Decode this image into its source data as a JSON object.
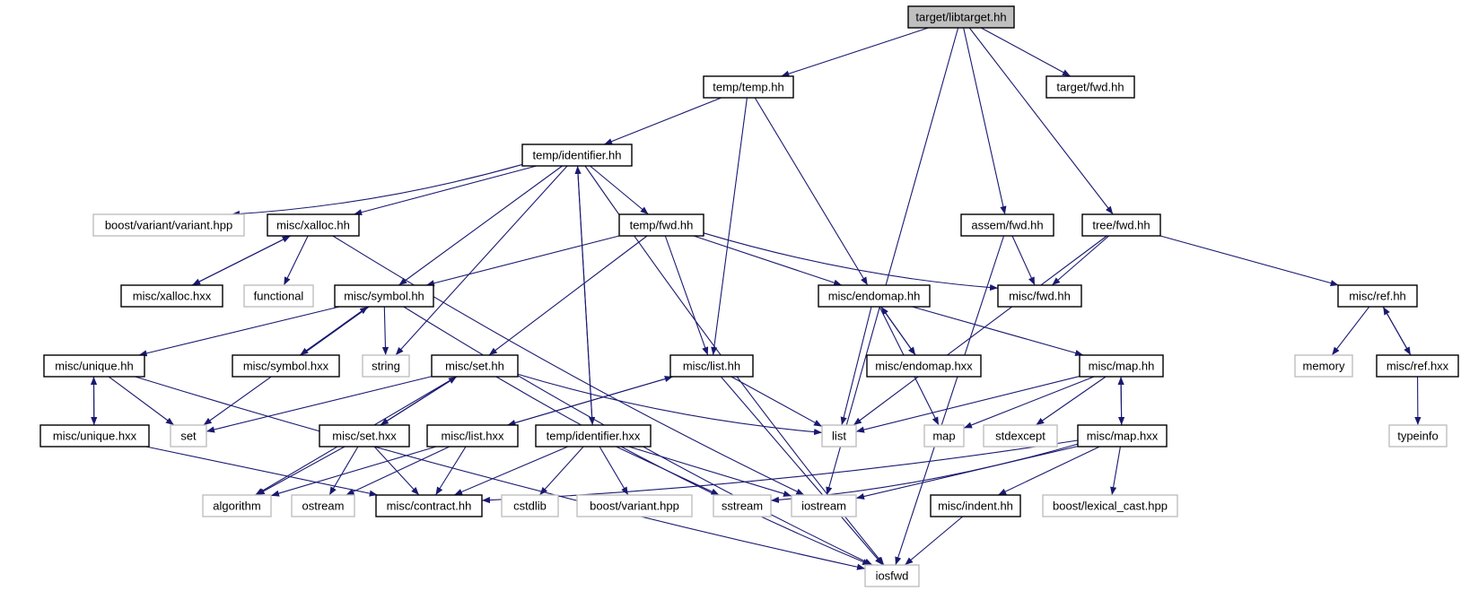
{
  "diagram": {
    "nodes": {
      "root": {
        "label": "target/libtarget.hh",
        "kind": "root"
      },
      "temp_temp": {
        "label": "temp/temp.hh",
        "kind": "project"
      },
      "target_fwd": {
        "label": "target/fwd.hh",
        "kind": "project"
      },
      "temp_identifier_hh": {
        "label": "temp/identifier.hh",
        "kind": "project"
      },
      "boost_variant_variant": {
        "label": "boost/variant/variant.hpp",
        "kind": "system"
      },
      "misc_xalloc_hh": {
        "label": "misc/xalloc.hh",
        "kind": "project"
      },
      "temp_fwd": {
        "label": "temp/fwd.hh",
        "kind": "project"
      },
      "assem_fwd": {
        "label": "assem/fwd.hh",
        "kind": "project"
      },
      "tree_fwd": {
        "label": "tree/fwd.hh",
        "kind": "project"
      },
      "misc_xalloc_hxx": {
        "label": "misc/xalloc.hxx",
        "kind": "project"
      },
      "functional": {
        "label": "functional",
        "kind": "system"
      },
      "misc_symbol_hh": {
        "label": "misc/symbol.hh",
        "kind": "project"
      },
      "misc_endomap_hh": {
        "label": "misc/endomap.hh",
        "kind": "project"
      },
      "misc_fwd": {
        "label": "misc/fwd.hh",
        "kind": "project"
      },
      "misc_ref_hh": {
        "label": "misc/ref.hh",
        "kind": "project"
      },
      "misc_unique_hh": {
        "label": "misc/unique.hh",
        "kind": "project"
      },
      "misc_symbol_hxx": {
        "label": "misc/symbol.hxx",
        "kind": "project"
      },
      "string": {
        "label": "string",
        "kind": "system"
      },
      "misc_set_hh": {
        "label": "misc/set.hh",
        "kind": "project"
      },
      "misc_list_hh": {
        "label": "misc/list.hh",
        "kind": "project"
      },
      "misc_endomap_hxx": {
        "label": "misc/endomap.hxx",
        "kind": "project"
      },
      "misc_map_hh": {
        "label": "misc/map.hh",
        "kind": "project"
      },
      "memory": {
        "label": "memory",
        "kind": "system"
      },
      "misc_ref_hxx": {
        "label": "misc/ref.hxx",
        "kind": "project"
      },
      "typeinfo": {
        "label": "typeinfo",
        "kind": "system"
      },
      "misc_unique_hxx": {
        "label": "misc/unique.hxx",
        "kind": "project"
      },
      "set": {
        "label": "set",
        "kind": "system"
      },
      "misc_set_hxx": {
        "label": "misc/set.hxx",
        "kind": "project"
      },
      "misc_list_hxx": {
        "label": "misc/list.hxx",
        "kind": "project"
      },
      "temp_identifier_hxx": {
        "label": "temp/identifier.hxx",
        "kind": "project"
      },
      "list": {
        "label": "list",
        "kind": "system"
      },
      "map": {
        "label": "map",
        "kind": "system"
      },
      "stdexcept": {
        "label": "stdexcept",
        "kind": "system"
      },
      "misc_map_hxx": {
        "label": "misc/map.hxx",
        "kind": "project"
      },
      "algorithm": {
        "label": "algorithm",
        "kind": "system"
      },
      "ostream": {
        "label": "ostream",
        "kind": "system"
      },
      "misc_contract": {
        "label": "misc/contract.hh",
        "kind": "project"
      },
      "cstdlib": {
        "label": "cstdlib",
        "kind": "system"
      },
      "boost_variant": {
        "label": "boost/variant.hpp",
        "kind": "system"
      },
      "sstream": {
        "label": "sstream",
        "kind": "system"
      },
      "iostream": {
        "label": "iostream",
        "kind": "system"
      },
      "misc_indent": {
        "label": "misc/indent.hh",
        "kind": "project"
      },
      "boost_lexical_cast": {
        "label": "boost/lexical_cast.hpp",
        "kind": "system"
      },
      "iosfwd": {
        "label": "iosfwd",
        "kind": "system"
      }
    },
    "edges": [
      [
        "root",
        "temp_temp"
      ],
      [
        "root",
        "target_fwd"
      ],
      [
        "root",
        "assem_fwd"
      ],
      [
        "root",
        "tree_fwd"
      ],
      [
        "root",
        "iostream"
      ],
      [
        "temp_temp",
        "temp_identifier_hh"
      ],
      [
        "temp_temp",
        "misc_list_hh"
      ],
      [
        "temp_temp",
        "misc_endomap_hh"
      ],
      [
        "temp_identifier_hh",
        "boost_variant_variant"
      ],
      [
        "temp_identifier_hh",
        "misc_xalloc_hh"
      ],
      [
        "temp_identifier_hh",
        "temp_fwd"
      ],
      [
        "temp_identifier_hh",
        "misc_symbol_hh"
      ],
      [
        "temp_identifier_hh",
        "string"
      ],
      [
        "temp_identifier_hh",
        "temp_identifier_hxx"
      ],
      [
        "temp_identifier_hh",
        "iosfwd"
      ],
      [
        "misc_xalloc_hh",
        "misc_xalloc_hxx"
      ],
      [
        "misc_xalloc_hh",
        "functional"
      ],
      [
        "misc_xalloc_hh",
        "iostream"
      ],
      [
        "misc_xalloc_hxx",
        "misc_xalloc_hh"
      ],
      [
        "temp_fwd",
        "misc_symbol_hh"
      ],
      [
        "temp_fwd",
        "misc_set_hh"
      ],
      [
        "temp_fwd",
        "misc_list_hh"
      ],
      [
        "temp_fwd",
        "misc_endomap_hh"
      ],
      [
        "temp_fwd",
        "misc_fwd"
      ],
      [
        "assem_fwd",
        "misc_fwd"
      ],
      [
        "assem_fwd",
        "iosfwd"
      ],
      [
        "tree_fwd",
        "misc_fwd"
      ],
      [
        "tree_fwd",
        "misc_ref_hh"
      ],
      [
        "tree_fwd",
        "list"
      ],
      [
        "misc_symbol_hh",
        "misc_unique_hh"
      ],
      [
        "misc_symbol_hh",
        "misc_symbol_hxx"
      ],
      [
        "misc_symbol_hh",
        "string"
      ],
      [
        "misc_symbol_hh",
        "set"
      ],
      [
        "misc_symbol_hh",
        "iosfwd"
      ],
      [
        "misc_symbol_hxx",
        "misc_symbol_hh"
      ],
      [
        "misc_endomap_hh",
        "misc_endomap_hxx"
      ],
      [
        "misc_endomap_hh",
        "misc_map_hh"
      ],
      [
        "misc_endomap_hh",
        "list"
      ],
      [
        "misc_endomap_hh",
        "map"
      ],
      [
        "misc_endomap_hxx",
        "misc_endomap_hh"
      ],
      [
        "misc_ref_hh",
        "memory"
      ],
      [
        "misc_ref_hh",
        "misc_ref_hxx"
      ],
      [
        "misc_ref_hxx",
        "misc_ref_hh"
      ],
      [
        "misc_ref_hxx",
        "typeinfo"
      ],
      [
        "misc_unique_hh",
        "misc_unique_hxx"
      ],
      [
        "misc_unique_hh",
        "set"
      ],
      [
        "misc_unique_hh",
        "iosfwd"
      ],
      [
        "misc_unique_hxx",
        "misc_unique_hh"
      ],
      [
        "misc_unique_hxx",
        "misc_contract"
      ],
      [
        "misc_set_hh",
        "set"
      ],
      [
        "misc_set_hh",
        "misc_set_hxx"
      ],
      [
        "misc_set_hh",
        "algorithm"
      ],
      [
        "misc_set_hh",
        "list"
      ],
      [
        "misc_set_hh",
        "iosfwd"
      ],
      [
        "misc_set_hxx",
        "misc_set_hh"
      ],
      [
        "misc_set_hxx",
        "algorithm"
      ],
      [
        "misc_set_hxx",
        "ostream"
      ],
      [
        "misc_set_hxx",
        "misc_contract"
      ],
      [
        "misc_list_hh",
        "misc_list_hxx"
      ],
      [
        "misc_list_hh",
        "list"
      ],
      [
        "misc_list_hh",
        "iosfwd"
      ],
      [
        "misc_list_hxx",
        "misc_list_hh"
      ],
      [
        "misc_list_hxx",
        "algorithm"
      ],
      [
        "misc_list_hxx",
        "ostream"
      ],
      [
        "misc_list_hxx",
        "misc_contract"
      ],
      [
        "temp_identifier_hxx",
        "temp_identifier_hh"
      ],
      [
        "temp_identifier_hxx",
        "misc_contract"
      ],
      [
        "temp_identifier_hxx",
        "cstdlib"
      ],
      [
        "temp_identifier_hxx",
        "boost_variant"
      ],
      [
        "temp_identifier_hxx",
        "sstream"
      ],
      [
        "temp_identifier_hxx",
        "iostream"
      ],
      [
        "misc_map_hh",
        "list"
      ],
      [
        "misc_map_hh",
        "map"
      ],
      [
        "misc_map_hh",
        "stdexcept"
      ],
      [
        "misc_map_hh",
        "misc_map_hxx"
      ],
      [
        "misc_map_hxx",
        "misc_map_hh"
      ],
      [
        "misc_map_hxx",
        "misc_contract"
      ],
      [
        "misc_map_hxx",
        "sstream"
      ],
      [
        "misc_map_hxx",
        "iostream"
      ],
      [
        "misc_map_hxx",
        "misc_indent"
      ],
      [
        "misc_map_hxx",
        "boost_lexical_cast"
      ],
      [
        "misc_indent",
        "iosfwd"
      ]
    ]
  }
}
